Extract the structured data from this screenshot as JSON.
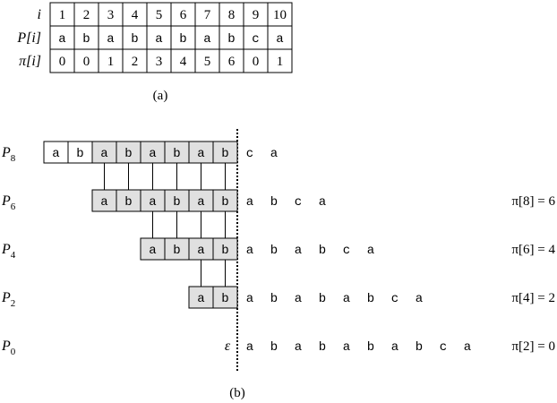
{
  "table": {
    "row_labels": {
      "i": "i",
      "p": "P[i]",
      "pi": "π[i]"
    },
    "i_values": [
      "1",
      "2",
      "3",
      "4",
      "5",
      "6",
      "7",
      "8",
      "9",
      "10"
    ],
    "p_values": [
      "a",
      "b",
      "a",
      "b",
      "a",
      "b",
      "a",
      "b",
      "c",
      "a"
    ],
    "pi_values": [
      "0",
      "0",
      "1",
      "2",
      "3",
      "4",
      "5",
      "6",
      "0",
      "1"
    ]
  },
  "caption_a": "(a)",
  "caption_b": "(b)",
  "epsilon": "ε",
  "colors": {
    "shaded": "#e0e0e0",
    "plain": "#ffffff",
    "line": "#000000"
  },
  "prefixes": [
    {
      "name": "P",
      "sub": "8",
      "boxes": [
        "a",
        "b",
        "a",
        "b",
        "a",
        "b",
        "a",
        "b"
      ],
      "shaded_from": 2,
      "tail": [
        "c",
        "a"
      ],
      "pi_text": ""
    },
    {
      "name": "P",
      "sub": "6",
      "boxes": [
        "a",
        "b",
        "a",
        "b",
        "a",
        "b"
      ],
      "shaded_from": 0,
      "tail": [
        "a",
        "b",
        "c",
        "a"
      ],
      "pi_text": "π[8] = 6"
    },
    {
      "name": "P",
      "sub": "4",
      "boxes": [
        "a",
        "b",
        "a",
        "b"
      ],
      "shaded_from": 0,
      "tail": [
        "a",
        "b",
        "a",
        "b",
        "c",
        "a"
      ],
      "pi_text": "π[6] = 4"
    },
    {
      "name": "P",
      "sub": "2",
      "boxes": [
        "a",
        "b"
      ],
      "shaded_from": 0,
      "tail": [
        "a",
        "b",
        "a",
        "b",
        "a",
        "b",
        "c",
        "a"
      ],
      "pi_text": "π[4] = 2"
    },
    {
      "name": "P",
      "sub": "0",
      "boxes": [],
      "shaded_from": 0,
      "tail": [
        "a",
        "b",
        "a",
        "b",
        "a",
        "b",
        "a",
        "b",
        "c",
        "a"
      ],
      "pi_text": "π[2] = 0"
    }
  ]
}
